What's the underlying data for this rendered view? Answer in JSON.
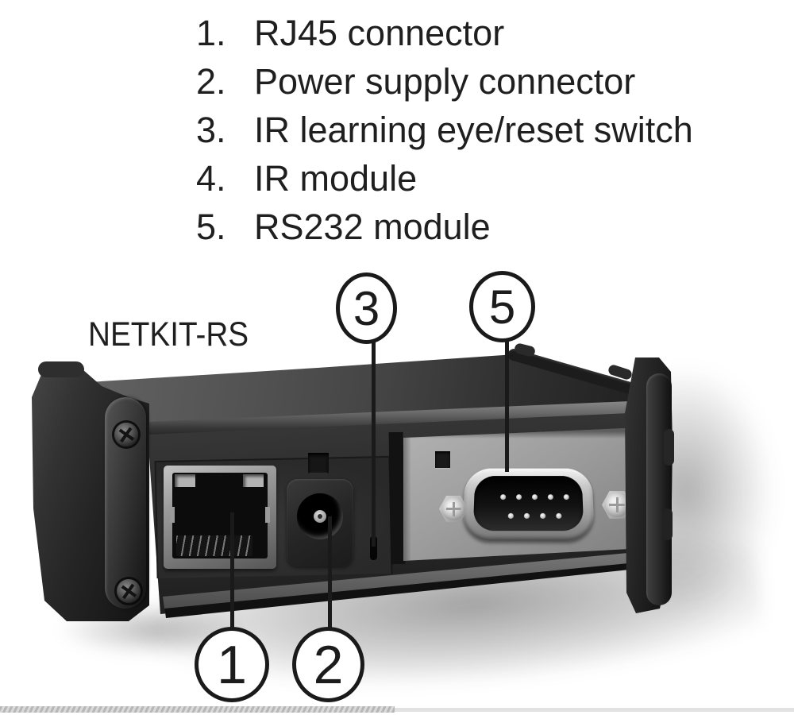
{
  "figure": {
    "model_label": "NETKIT-RS",
    "parts_list": [
      {
        "num": "1.",
        "label": "RJ45 connector"
      },
      {
        "num": "2.",
        "label": "Power supply connector"
      },
      {
        "num": "3.",
        "label": "IR learning eye/reset switch"
      },
      {
        "num": "4.",
        "label": "IR module"
      },
      {
        "num": "5.",
        "label": "RS232 module"
      }
    ],
    "callouts": [
      {
        "n": "1"
      },
      {
        "n": "2"
      },
      {
        "n": "3"
      },
      {
        "n": "5"
      }
    ],
    "colors": {
      "text": "#1f1f1f",
      "callout_stroke": "#1a1a1a",
      "device_body": "#2b2b2b",
      "module_panel": "#9c9c9c",
      "metal": "#c9c9c9",
      "background": "#ffffff"
    }
  }
}
